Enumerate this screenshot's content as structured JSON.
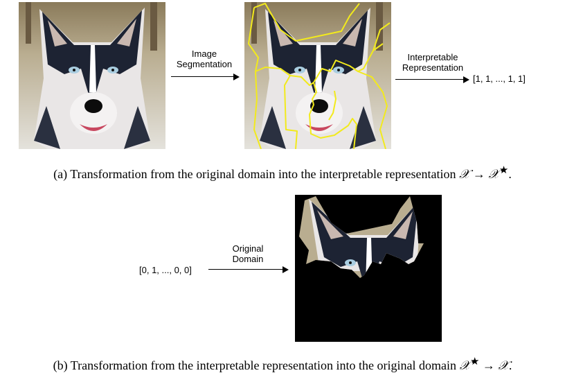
{
  "panel_a": {
    "step1_label_line1": "Image",
    "step1_label_line2": "Segmentation",
    "step2_label_line1": "Interpretable",
    "step2_label_line2": "Representation",
    "output_vector": "[1, 1, ..., 1, 1]",
    "caption_text": "(a) Transformation from the original domain into the interpretable representation ",
    "caption_math": "𝒳 → 𝒳",
    "caption_star": "★",
    "caption_end": "."
  },
  "panel_b": {
    "input_vector": "[0, 1, ..., 0, 0]",
    "step_label_line1": "Original",
    "step_label_line2": "Domain",
    "caption_text": "(b) Transformation from the interpretable representation into the original domain ",
    "caption_math_1": "𝒳",
    "caption_star": "★",
    "caption_math_2": " → 𝒳",
    "caption_end": "."
  },
  "colors": {
    "segment_outline": "#f2ea1c",
    "masked_background": "#000000"
  }
}
